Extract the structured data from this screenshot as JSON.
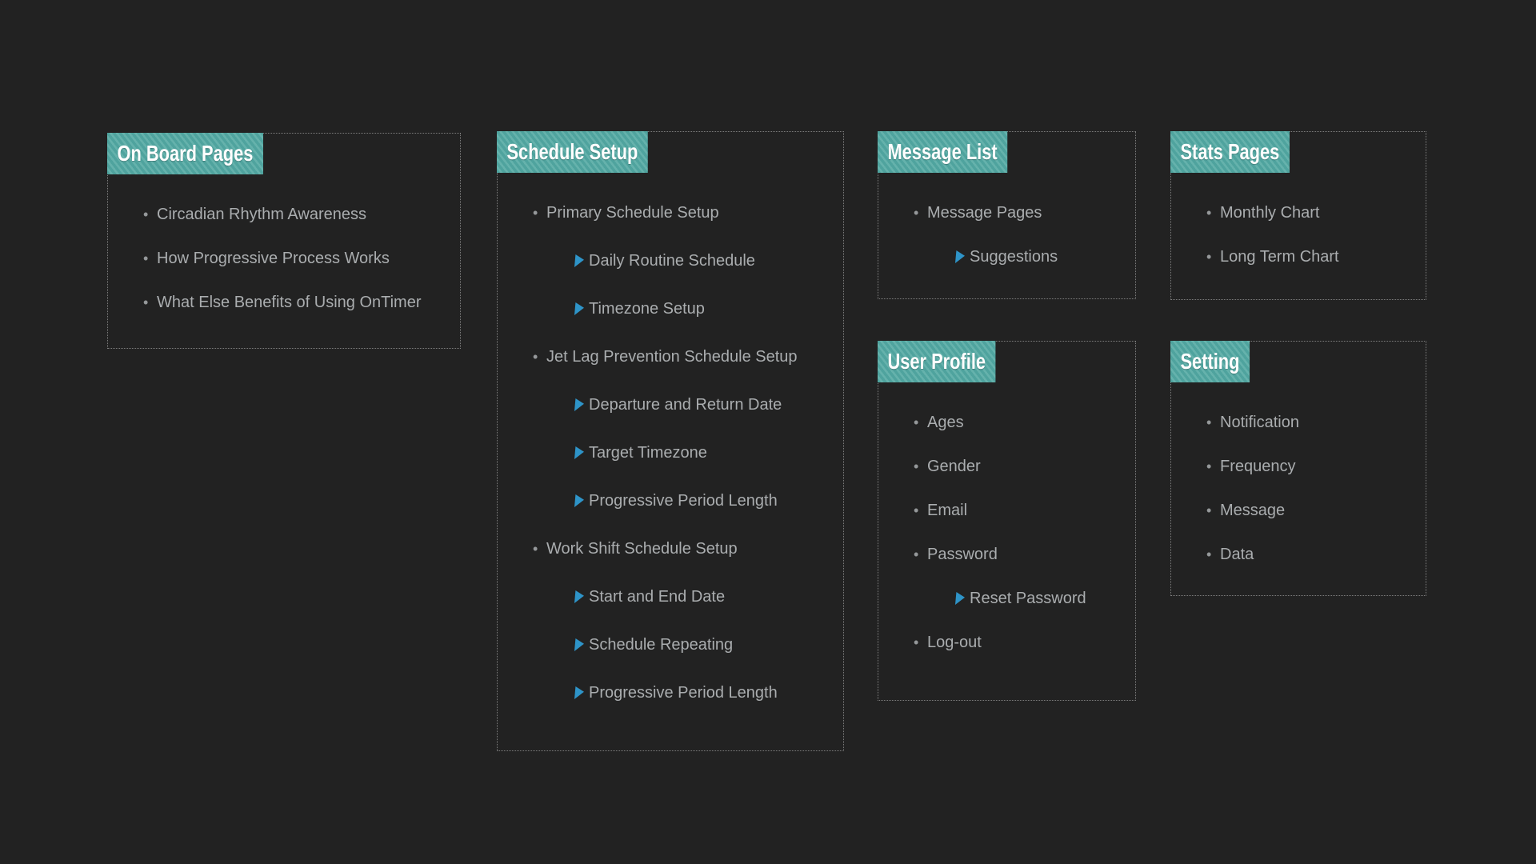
{
  "colors": {
    "background": "#222222",
    "border": "#7e7e7e",
    "text": "#aaadaf",
    "header_bg": "#4fa39e",
    "header_stripe": "#65b2ac",
    "header_text": "#ffffff",
    "arrow": "#2e94c8"
  },
  "panels": [
    {
      "title": "On Board Pages",
      "items": [
        {
          "level": 1,
          "label": "Circadian Rhythm Awareness"
        },
        {
          "level": 1,
          "label": "How Progressive Process Works"
        },
        {
          "level": 1,
          "label": "What Else Benefits of Using OnTimer"
        }
      ]
    },
    {
      "title": "Schedule Setup",
      "items": [
        {
          "level": 1,
          "label": "Primary Schedule Setup"
        },
        {
          "level": 2,
          "label": "Daily Routine Schedule"
        },
        {
          "level": 2,
          "label": "Timezone Setup"
        },
        {
          "level": 1,
          "label": "Jet Lag Prevention Schedule Setup"
        },
        {
          "level": 2,
          "label": "Departure and Return Date"
        },
        {
          "level": 2,
          "label": "Target Timezone"
        },
        {
          "level": 2,
          "label": "Progressive Period Length"
        },
        {
          "level": 1,
          "label": "Work Shift Schedule Setup"
        },
        {
          "level": 2,
          "label": "Start and End Date"
        },
        {
          "level": 2,
          "label": "Schedule Repeating"
        },
        {
          "level": 2,
          "label": "Progressive Period Length"
        }
      ]
    },
    {
      "title": "Message List",
      "items": [
        {
          "level": 1,
          "label": "Message Pages"
        },
        {
          "level": 2,
          "label": "Suggestions"
        }
      ]
    },
    {
      "title": "Stats Pages",
      "items": [
        {
          "level": 1,
          "label": "Monthly Chart"
        },
        {
          "level": 1,
          "label": "Long Term Chart"
        }
      ]
    },
    {
      "title": "User Profile",
      "items": [
        {
          "level": 1,
          "label": "Ages"
        },
        {
          "level": 1,
          "label": "Gender"
        },
        {
          "level": 1,
          "label": "Email"
        },
        {
          "level": 1,
          "label": "Password"
        },
        {
          "level": 2,
          "label": "Reset Password"
        },
        {
          "level": 1,
          "label": "Log-out"
        }
      ]
    },
    {
      "title": "Setting",
      "items": [
        {
          "level": 1,
          "label": "Notification"
        },
        {
          "level": 1,
          "label": "Frequency"
        },
        {
          "level": 1,
          "label": "Message"
        },
        {
          "level": 1,
          "label": "Data"
        }
      ]
    }
  ]
}
